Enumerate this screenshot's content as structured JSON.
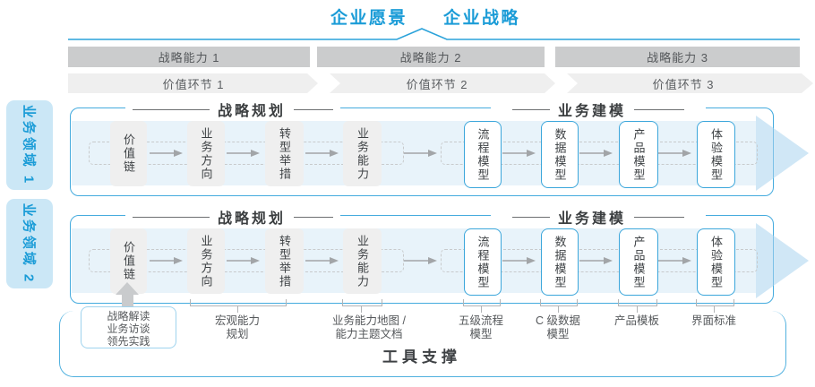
{
  "header": {
    "vision": "企业愿景",
    "strategy": "企业战略"
  },
  "capability_bands": [
    {
      "label": "战略能力 1"
    },
    {
      "label": "战略能力 2"
    },
    {
      "label": "战略能力 3"
    }
  ],
  "value_links": [
    {
      "label": "价值环节 1"
    },
    {
      "label": "价值环节 2"
    },
    {
      "label": "价值环节 3"
    }
  ],
  "domains": [
    {
      "label": "业务领域 1"
    },
    {
      "label": "业务领域 2"
    }
  ],
  "rows": [
    {
      "planning_header": "战略规划",
      "modeling_header": "业务建模",
      "planning_boxes": [
        "价值链",
        "业务方向",
        "转型举措",
        "业务能力"
      ],
      "modeling_boxes": [
        "流程模型",
        "数据模型",
        "产品模型",
        "体验模型"
      ]
    },
    {
      "planning_header": "战略规划",
      "modeling_header": "业务建模",
      "planning_boxes": [
        "价值链",
        "业务方向",
        "转型举措",
        "业务能力"
      ],
      "modeling_boxes": [
        "流程模型",
        "数据模型",
        "产品模型",
        "体验模型"
      ]
    }
  ],
  "bottom": {
    "practice_box": {
      "lines": [
        "战略解读",
        "业务访谈",
        "领先实践"
      ]
    },
    "labels": [
      {
        "lines": [
          "宏观能力",
          "规划"
        ]
      },
      {
        "lines": [
          "业务能力地图 /",
          "能力主题文档"
        ]
      },
      {
        "lines": [
          "五级流程",
          "模型"
        ]
      },
      {
        "lines": [
          "C 级数据",
          "模型"
        ]
      },
      {
        "lines": [
          "产品模板"
        ]
      },
      {
        "lines": [
          "界面标准"
        ]
      }
    ],
    "tool_support": "工具支撑"
  },
  "colors": {
    "accent_blue": "#1B9CD7",
    "panel_border": "#45ABDE",
    "tab_bg": "#CBE7F6",
    "band_dark": "#CBCCCD",
    "band_light": "#EFEFEF",
    "flow_band": "#E8F3FA",
    "box_gray": "#EFEFEF",
    "arrow_gray": "#A2A5A8"
  }
}
